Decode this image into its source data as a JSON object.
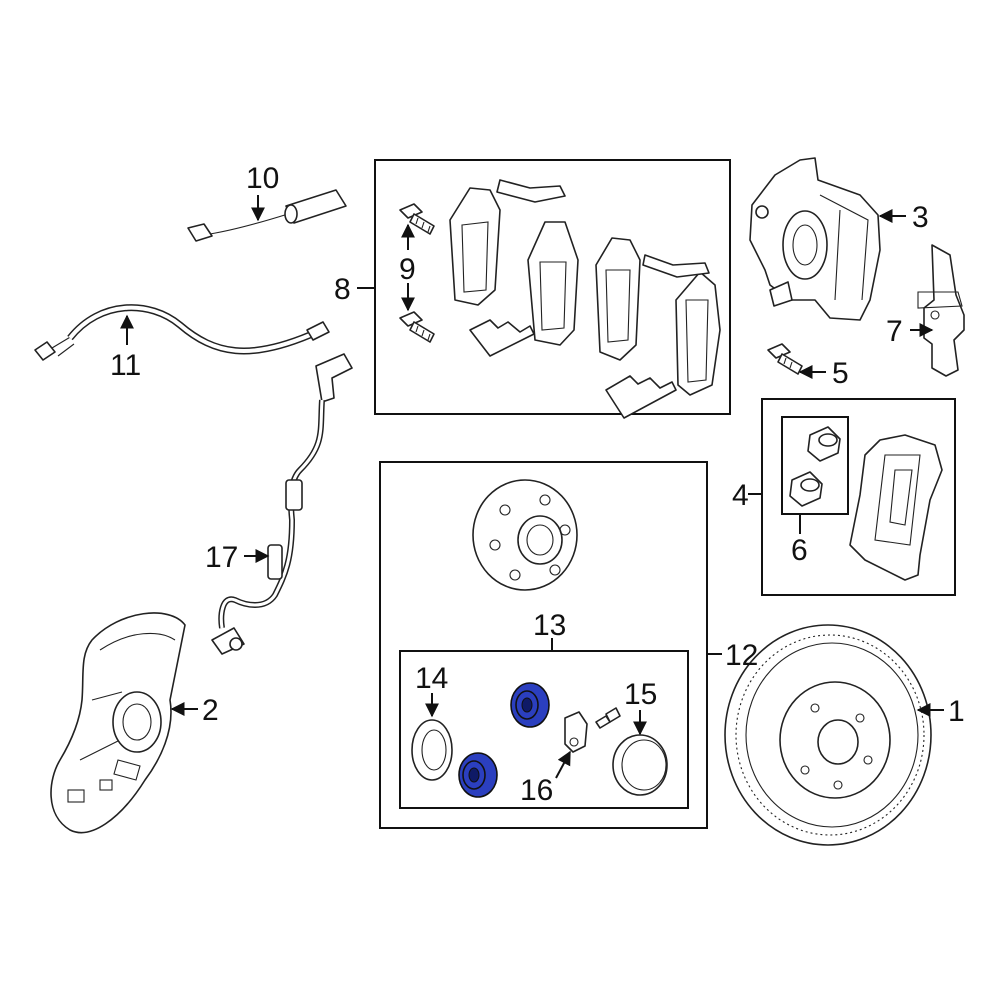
{
  "callouts": {
    "c1": "1",
    "c2": "2",
    "c3": "3",
    "c4": "4",
    "c5": "5",
    "c6": "6",
    "c7": "7",
    "c8": "8",
    "c9": "9",
    "c10": "10",
    "c11": "11",
    "c12": "12",
    "c13": "13",
    "c14": "14",
    "c15": "15",
    "c16": "16",
    "c17": "17"
  },
  "colors": {
    "highlight": "#2b3fbf",
    "line": "#111111",
    "background": "#ffffff"
  }
}
